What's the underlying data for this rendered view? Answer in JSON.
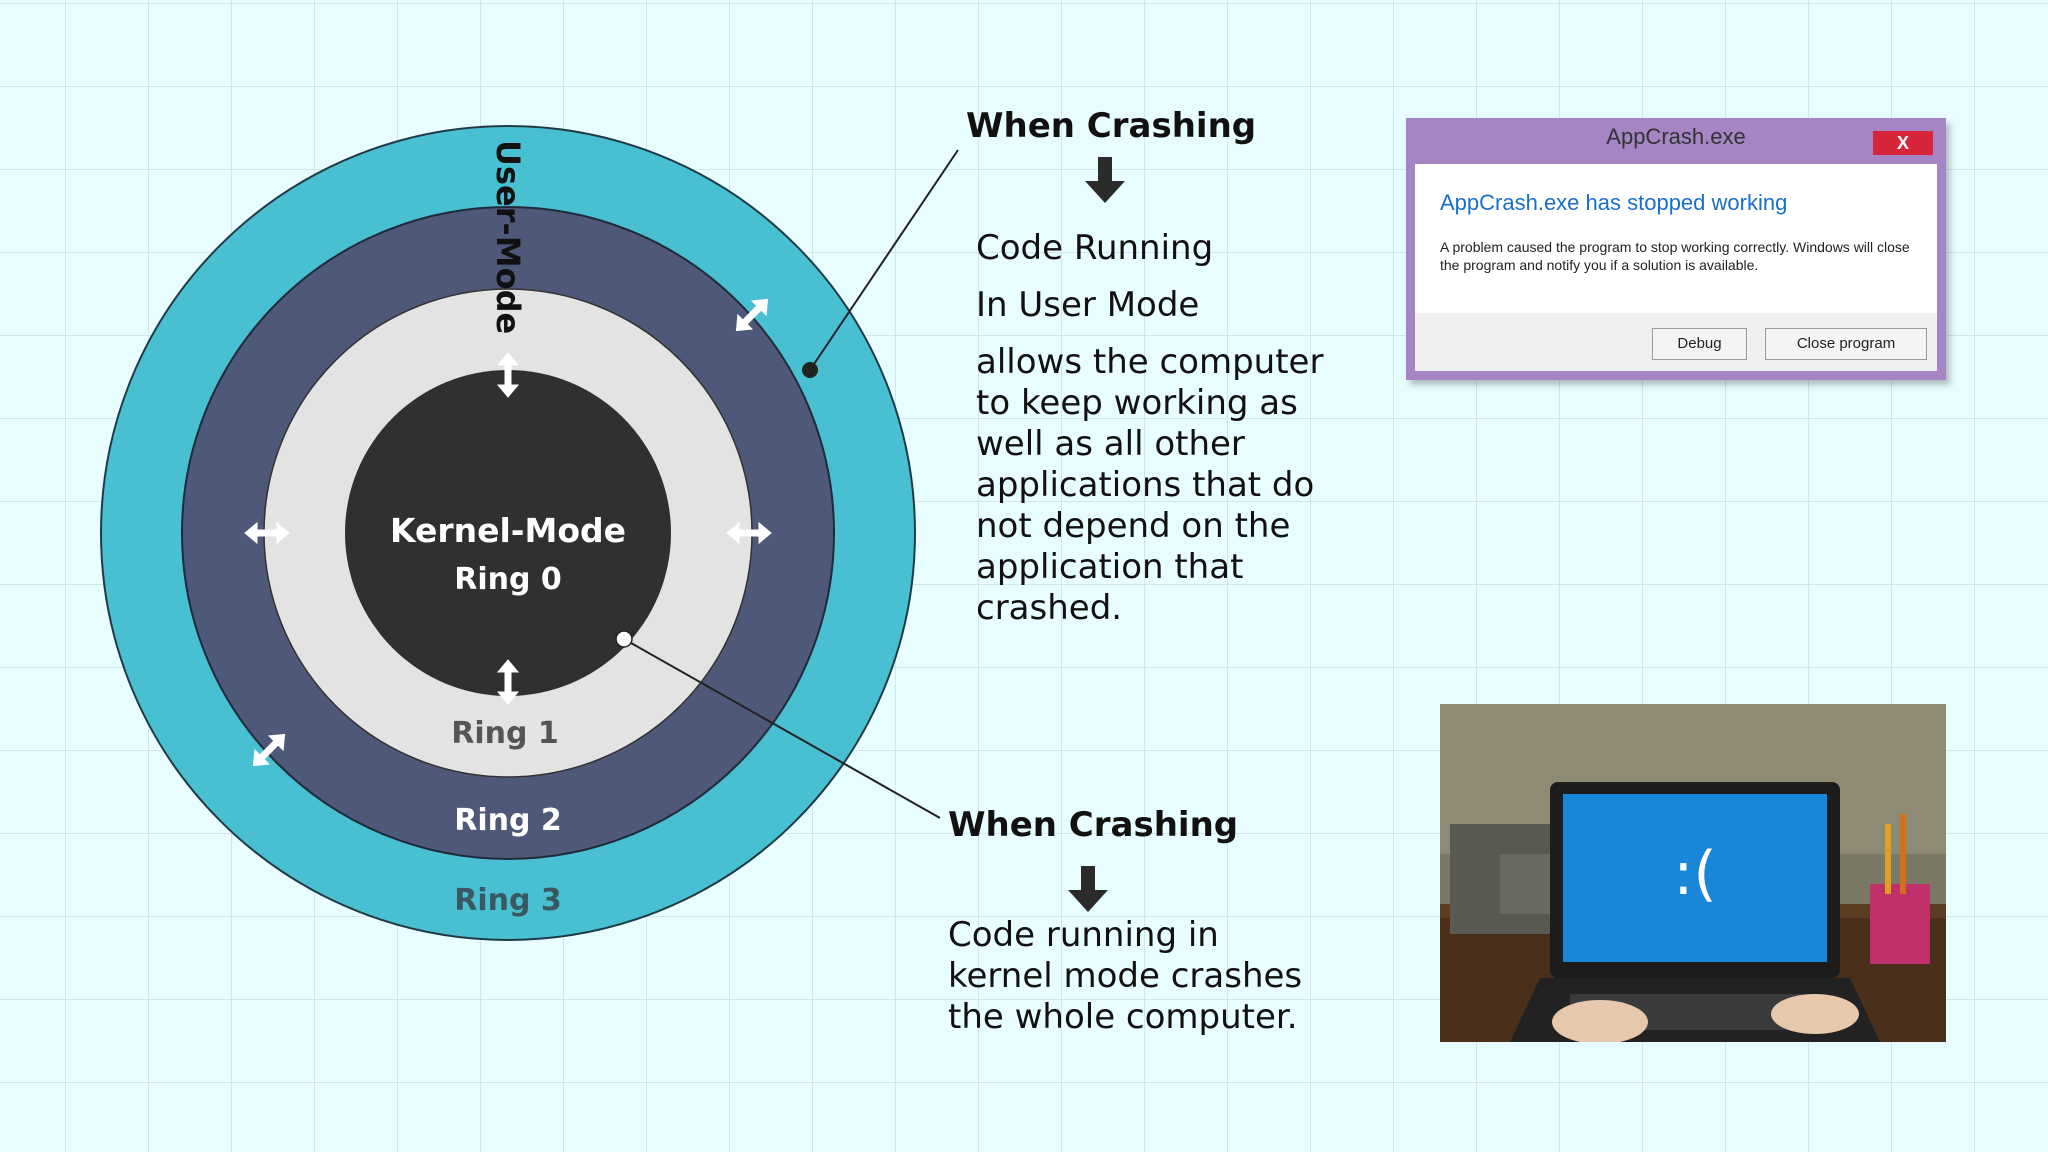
{
  "diagram": {
    "user_mode_label": "User-Mode",
    "kernel_label": "Kernel-Mode",
    "rings": {
      "ring0": "Ring 0",
      "ring1": "Ring 1",
      "ring2": "Ring 2",
      "ring3": "Ring 3"
    },
    "colors": {
      "ring3": "#49bfd2",
      "ring2": "#4e5878",
      "ring1": "#e3e3e3",
      "ring0": "#303030",
      "background": "#e8fdff"
    }
  },
  "user_crash": {
    "heading": "When Crashing",
    "line1": "Code Running",
    "line2": "In User Mode",
    "body_lines": [
      "allows the computer",
      "to keep working as",
      "well as all other",
      "applications that do",
      "not depend on the",
      "application that",
      "crashed."
    ]
  },
  "kernel_crash": {
    "heading": "When Crashing",
    "body_lines": [
      "Code running in",
      "kernel mode crashes",
      "the whole computer."
    ]
  },
  "dialog": {
    "title": "AppCrash.exe",
    "close_label": "X",
    "heading": "AppCrash.exe has stopped working",
    "message": "A problem caused the program to stop working correctly. Windows will close the program and notify you if a solution is available.",
    "debug_button": "Debug",
    "close_button": "Close program"
  },
  "photo": {
    "screen_text": ":("
  }
}
